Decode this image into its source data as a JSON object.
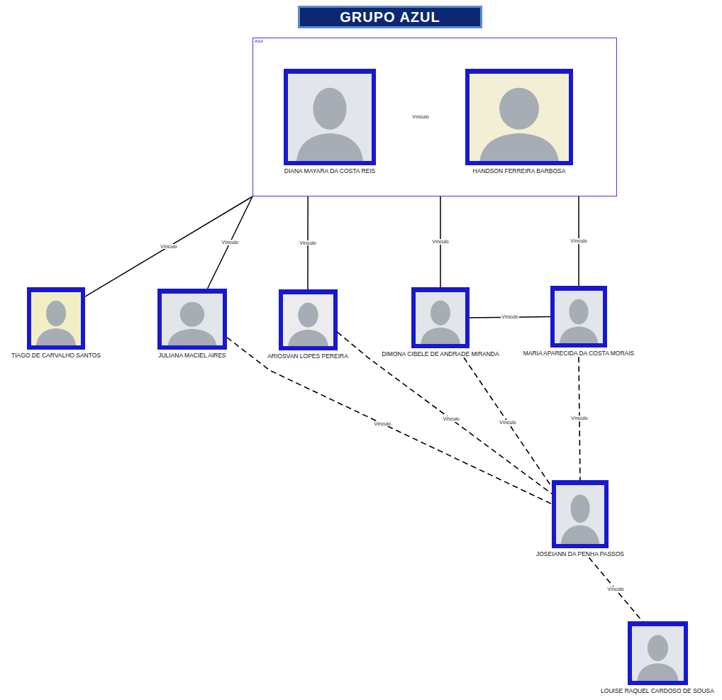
{
  "diagram": {
    "title": "GRUPO AZUL",
    "nodes": [
      {
        "text": [
          "Azul"
        ]
      },
      {
        "text": [
          "DIANA MAYARA DA COSTA REIS"
        ],
        "in": 0
      },
      {
        "text": [
          "HANDSON FERREIRA BARBOSA"
        ],
        "in": 0
      },
      {
        "text": [
          "TIAGO DE CARVALHO SANTOS"
        ]
      },
      {
        "text": [
          "JULIANA MACIEL AIRES"
        ]
      },
      {
        "text": [
          "ARIOSVAN LOPES PEREIRA"
        ]
      },
      {
        "text": [
          "DIMONA CIBELE DE ANDRADE MIRANDA"
        ]
      },
      {
        "text": [
          "MARIA APARECIDA DA COSTA MORAIS"
        ]
      },
      {
        "text": [
          "JOSEIANN DA PENHA PASSOS"
        ]
      },
      {
        "text": [
          "LOUISE RAQUEL CARDOSO DE SOUSA"
        ]
      }
    ],
    "edges": [
      {
        "from": 1,
        "to": 2,
        "arrow": "none",
        "label": "Vínculo"
      },
      {
        "from": 0,
        "to": 3,
        "arrow": "none",
        "label": "Vínculo"
      },
      {
        "from": 0,
        "to": 4,
        "arrow": "none",
        "label": "Vínculo"
      },
      {
        "from": 0,
        "to": 5,
        "arrow": "none",
        "label": "Vínculo"
      },
      {
        "from": 0,
        "to": 6,
        "arrow": "none",
        "label": "Vínculo"
      },
      {
        "from": 0,
        "to": 7,
        "arrow": "none",
        "label": "Vínculo"
      },
      {
        "from": 6,
        "to": 7,
        "arrow": "none",
        "label": "Vínculo"
      },
      {
        "from": 4,
        "to": 8,
        "arrow": "none",
        "label": "Vínculo"
      },
      {
        "from": 5,
        "to": 8,
        "arrow": "none",
        "label": "Vínculo"
      },
      {
        "from": 6,
        "to": 8,
        "arrow": "none",
        "label": "Vínculo"
      },
      {
        "from": 7,
        "to": 8,
        "arrow": "none",
        "label": "Vínculo"
      },
      {
        "from": 8,
        "to": 9,
        "arrow": "none",
        "label": "Vínculo"
      }
    ]
  }
}
